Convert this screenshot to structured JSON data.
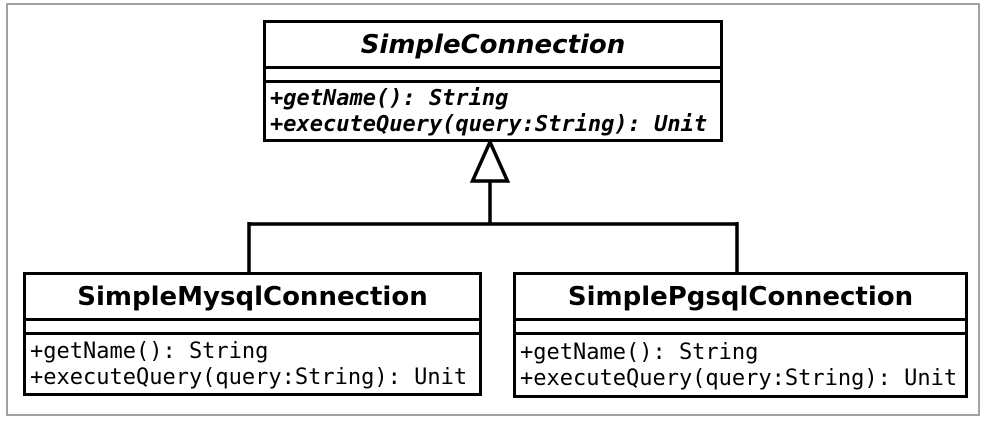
{
  "diagram": {
    "type": "uml-class-diagram",
    "relationship": "generalization",
    "icons": {
      "generalization_arrow": "hollow-triangle-up"
    },
    "colors": {
      "stroke": "#000000",
      "background": "#ffffff",
      "frame_border": "#a2a2a2"
    },
    "parent": {
      "name": "SimpleConnection",
      "abstract": true,
      "methods": [
        "+getName(): String",
        "+executeQuery(query:String): Unit"
      ]
    },
    "children": [
      {
        "name": "SimpleMysqlConnection",
        "methods": [
          "+getName(): String",
          "+executeQuery(query:String): Unit"
        ]
      },
      {
        "name": "SimplePgsqlConnection",
        "methods": [
          "+getName(): String",
          "+executeQuery(query:String): Unit"
        ]
      }
    ]
  }
}
